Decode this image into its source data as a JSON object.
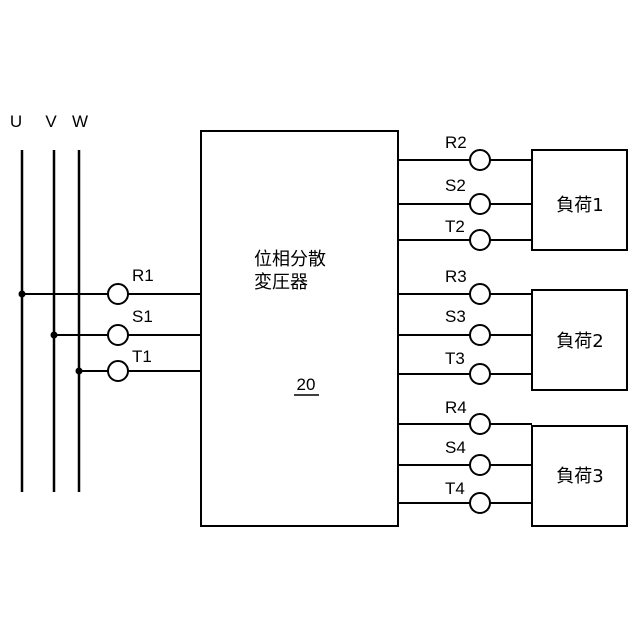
{
  "bus_labels": [
    "U",
    "V",
    "W"
  ],
  "transformer": {
    "title_line1": "位相分散",
    "title_line2": "変圧器",
    "number": "20"
  },
  "input_terminals": [
    "R1",
    "S1",
    "T1"
  ],
  "output_terminals": [
    [
      "R2",
      "S2",
      "T2"
    ],
    [
      "R3",
      "S3",
      "T3"
    ],
    [
      "R4",
      "S4",
      "T4"
    ]
  ],
  "loads": [
    "負荷1",
    "負荷2",
    "負荷3"
  ]
}
